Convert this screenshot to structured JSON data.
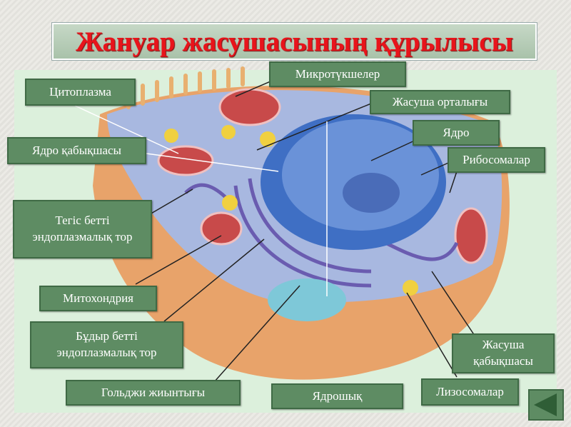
{
  "title": "Жануар жасушасының құрылысы",
  "labels": {
    "cytoplasm": "Цитоплазма",
    "microtubules": "Микротүкшелер",
    "cell_center": "Жасуша орталығы",
    "nucleus": "Ядро",
    "nuclear_envelope": "Ядро қабықшасы",
    "ribosomes": "Рибосомалар",
    "smooth_er": "Тегіс бетті эндоплазмалық тор",
    "mitochondria": "Митохондрия",
    "rough_er": "Бұдыр бетті эндоплазмалық тор",
    "golgi": "Гольджи жиынтығы",
    "nucleolus": "Ядрошық",
    "lysosomes": "Лизосомалар",
    "cell_membrane": "Жасуша қабықшасы"
  },
  "nav": {
    "back_icon": "triangle-left-icon"
  },
  "colors": {
    "label_bg": "#5e8c63",
    "title": "#e8141b",
    "panel": "#dcf0dc"
  }
}
